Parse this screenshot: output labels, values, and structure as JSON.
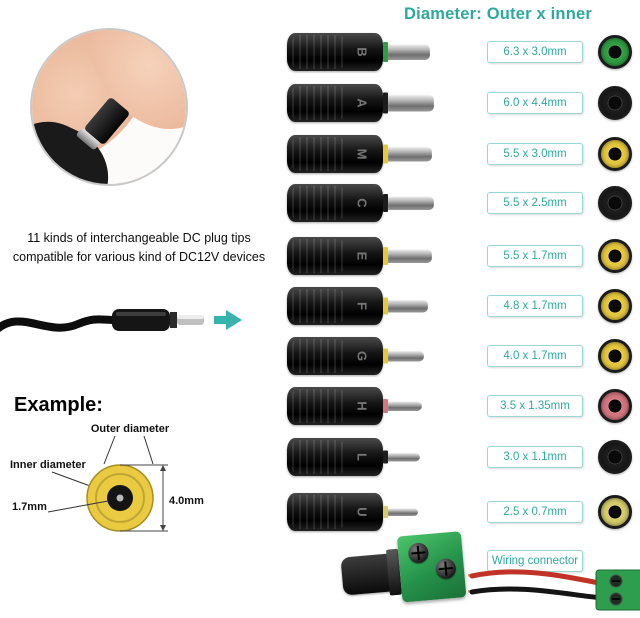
{
  "title": "Diameter: Outer x inner",
  "colors": {
    "accent": "#2fa8a0",
    "label_border": "#9ad8d3"
  },
  "left": {
    "caption_line1": "11 kinds of interchangeable DC plug tips",
    "caption_line2": "compatible for various kind of DC12V devices",
    "example_heading": "Example:",
    "outer_diameter_label": "Outer diameter",
    "inner_diameter_label": "Inner diameter",
    "inner_diameter_value": "1.7mm",
    "outer_diameter_value": "4.0mm"
  },
  "rows": [
    {
      "letter": "B",
      "size": "6.3 x 3.0mm",
      "tip_color": "#2f9e43"
    },
    {
      "letter": "A",
      "size": "6.0 x 4.4mm",
      "tip_color": "#1d1d1d"
    },
    {
      "letter": "M",
      "size": "5.5 x 3.0mm",
      "tip_color": "#e6c83e"
    },
    {
      "letter": "C",
      "size": "5.5 x 2.5mm",
      "tip_color": "#1d1d1d"
    },
    {
      "letter": "E",
      "size": "5.5 x 1.7mm",
      "tip_color": "#e6c83e"
    },
    {
      "letter": "F",
      "size": "4.8 x 1.7mm",
      "tip_color": "#e6c83e"
    },
    {
      "letter": "G",
      "size": "4.0 x 1.7mm",
      "tip_color": "#e6c83e"
    },
    {
      "letter": "H",
      "size": "3.5 x 1.35mm",
      "tip_color": "#d4767e"
    },
    {
      "letter": "L",
      "size": "3.0 x 1.1mm",
      "tip_color": "#1d1d1d"
    },
    {
      "letter": "U",
      "size": "2.5 x 0.7mm",
      "tip_color": "#d6cd6a"
    }
  ],
  "wiring_connector_label": "Wiring connector"
}
